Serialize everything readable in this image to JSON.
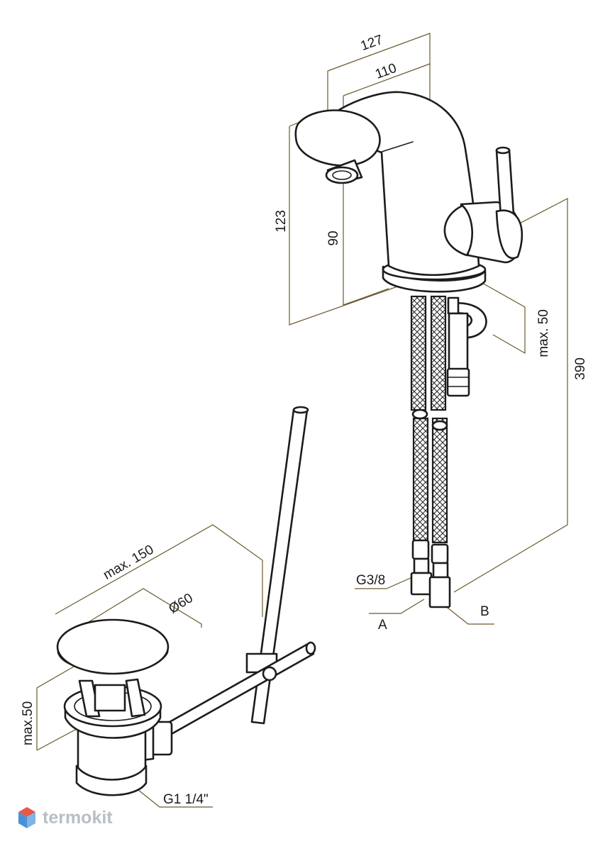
{
  "dimensions": {
    "faucet_length_total": "127",
    "faucet_length_spout": "110",
    "faucet_height_total": "123",
    "faucet_height_spout": "90",
    "mount_thickness": "max. 50",
    "hose_length": "390",
    "hose_thread": "G3/8",
    "hose_a": "A",
    "hose_b": "B",
    "drain_rod_reach": "max. 150",
    "drain_diameter": "Ø60",
    "drain_height": "max.50",
    "drain_thread": "G1 1/4\""
  },
  "watermark": {
    "brand": "termokit",
    "icon": "cube-logo-icon"
  },
  "colors": {
    "line": "#1c1c1c",
    "dimension_line": "#6b5a2e",
    "watermark": "#b9bec4",
    "logo_top": "#e8574a",
    "logo_side": "#4a90d9"
  }
}
